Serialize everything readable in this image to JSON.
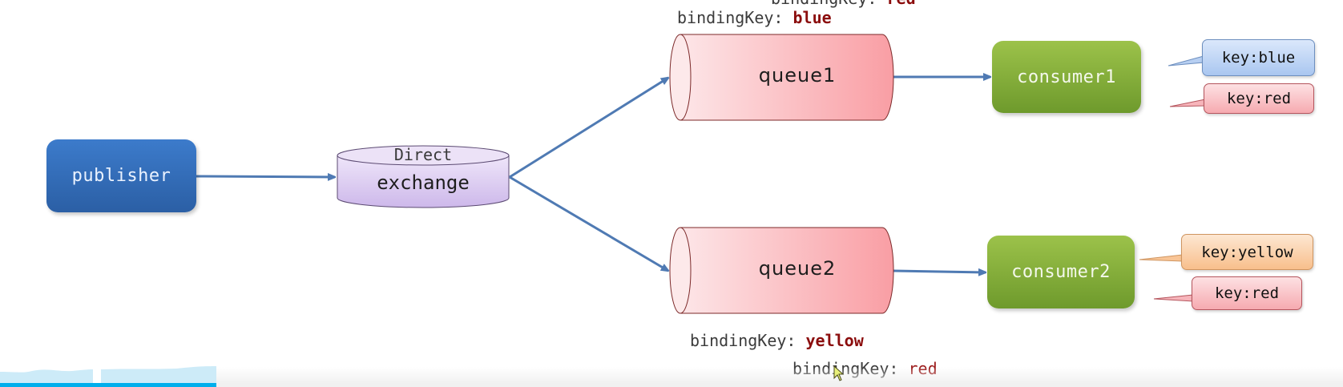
{
  "diagram": {
    "title": "RabbitMQ Direct Exchange routing",
    "nodes": {
      "publisher": "publisher",
      "exchange": {
        "type": "Direct",
        "name": "exchange"
      },
      "queue1": "queue1",
      "queue2": "queue2",
      "consumer1": "consumer1",
      "consumer2": "consumer2"
    },
    "binding_keys": {
      "prefix": "bindingKey:",
      "queue1": [
        "red",
        "blue"
      ],
      "queue2": [
        "yellow",
        "red"
      ]
    },
    "consumer_tags": {
      "consumer1": [
        {
          "label": "key:blue",
          "color": "blue"
        },
        {
          "label": "key:red",
          "color": "red"
        }
      ],
      "consumer2": [
        {
          "label": "key:yellow",
          "color": "orange"
        },
        {
          "label": "key:red",
          "color": "red"
        }
      ]
    },
    "edges": [
      {
        "from": "publisher",
        "to": "exchange"
      },
      {
        "from": "exchange",
        "to": "queue1"
      },
      {
        "from": "exchange",
        "to": "queue2"
      },
      {
        "from": "queue1",
        "to": "consumer1"
      },
      {
        "from": "queue2",
        "to": "consumer2"
      }
    ],
    "colors": {
      "arrow": "#4f7ab3",
      "publisher": "#2f6ab5",
      "consumer": "#84ad3a",
      "exchange_fill": "#e3d6f3",
      "queue_fill": "#fbb9bd",
      "binding_value": "#8b0d0d"
    }
  },
  "player": {
    "progress_fraction": 0.161
  }
}
